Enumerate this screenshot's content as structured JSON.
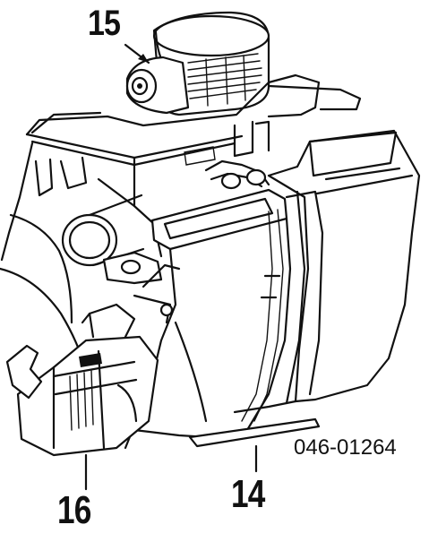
{
  "callouts": {
    "part_15": "15",
    "part_16": "16",
    "part_14": "14"
  },
  "part_code": "046-01264"
}
